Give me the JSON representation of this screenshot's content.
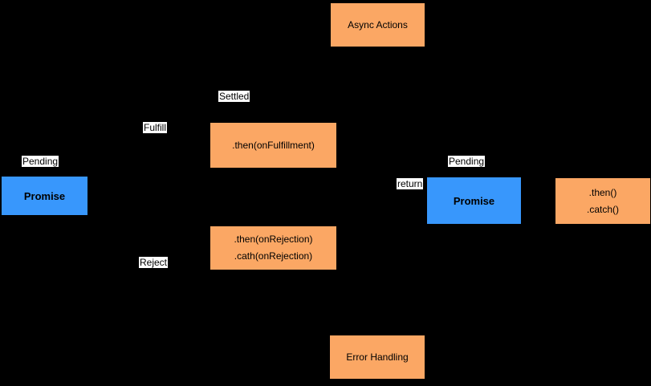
{
  "diagram": {
    "subject": "promise-flowchart",
    "colors": {
      "background": "#000000",
      "node_orange": "#FBA764",
      "node_blue": "#3897FC",
      "node_text": "#000000",
      "label_background": "#FFFFFF",
      "label_text": "#000000"
    },
    "nodes": {
      "async_actions": {
        "label": "Async Actions"
      },
      "promise_left": {
        "label": "Promise"
      },
      "then_fulfillment": {
        "label": ".then(onFulfillment)"
      },
      "then_rejection": {
        "line1": ".then(onRejection)",
        "line2": ".cath(onRejection)"
      },
      "promise_right": {
        "label": "Promise"
      },
      "then_catch": {
        "line1": ".then()",
        "line2": ".catch()"
      },
      "error_handling": {
        "label": "Error Handling"
      }
    },
    "edge_labels": {
      "settled": "Settled",
      "fulfill": "Fulfill",
      "pending_left": "Pending",
      "reject": "Reject",
      "pending_right": "Pending",
      "return_label": "return"
    }
  }
}
